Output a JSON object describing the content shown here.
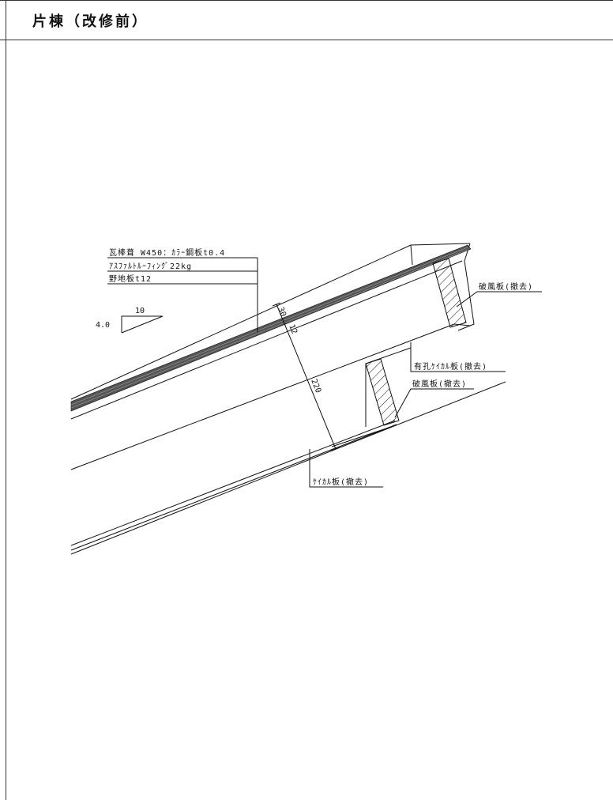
{
  "title": "片棟（改修前）",
  "slope": {
    "run": "10",
    "rise": "4.0"
  },
  "callouts": {
    "roofing": "瓦棒葺 W450：ｶﾗｰ鋼板t0.4",
    "underlay": "ｱｽﾌｧﾙﾄﾙｰﾌｨﾝｸﾞ22kg",
    "sheathing": "野地板t12",
    "fascia_upper": "破風板(撤去)",
    "perforated_soffit": "有孔ｹｲｶﾙ板(撤去)",
    "fascia_lower": "破風板(撤去)",
    "soffit": "ｹｲｶﾙ板(撤去)"
  },
  "dimensions": {
    "d30": "30",
    "d12": "12",
    "d220": "220"
  }
}
